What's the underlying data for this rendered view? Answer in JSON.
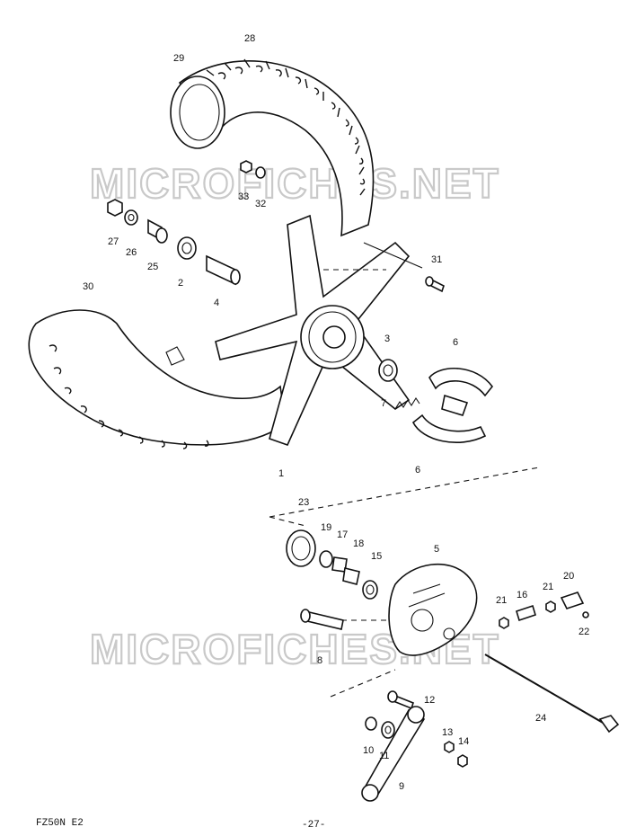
{
  "watermark": "MICROFICHES.NET",
  "footer": {
    "left": "FZ50N E2",
    "page": "-27-"
  },
  "callouts": {
    "c1": "1",
    "c2": "2",
    "c3": "3",
    "c4": "4",
    "c5": "5",
    "c6a": "6",
    "c6b": "6",
    "c7": "7",
    "c8": "8",
    "c9": "9",
    "c10": "10",
    "c11": "11",
    "c12": "12",
    "c13": "13",
    "c14": "14",
    "c15": "15",
    "c16": "16",
    "c17": "17",
    "c18": "18",
    "c19": "19",
    "c20": "20",
    "c21a": "21",
    "c21b": "21",
    "c22": "22",
    "c23": "23",
    "c24": "24",
    "c25": "25",
    "c26": "26",
    "c27": "27",
    "c28": "28",
    "c29": "29",
    "c30": "30",
    "c31": "31",
    "c32": "32",
    "c33": "33"
  }
}
